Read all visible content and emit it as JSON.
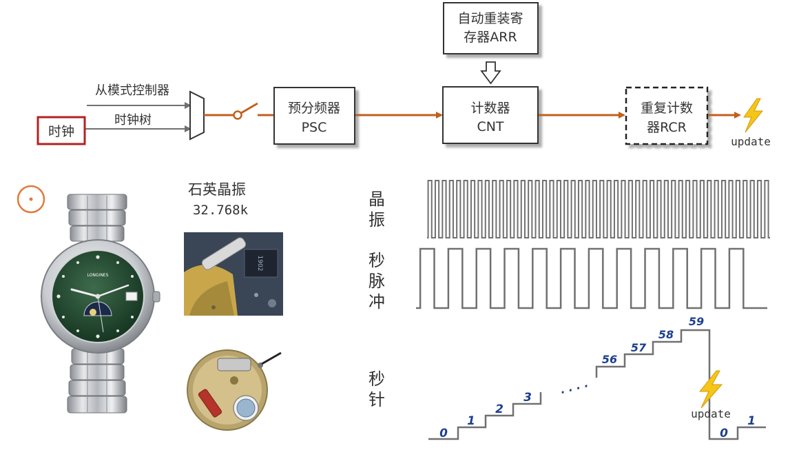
{
  "block_diagram": {
    "arr_label": "自动重装寄存器ARR",
    "arr_line1": "自动重装寄",
    "arr_line2": "存器ARR",
    "slave_label": "从模式控制器",
    "clock_tree_label": "时钟树",
    "clock_label": "时钟",
    "psc_line1": "预分频器",
    "psc_line2": "PSC",
    "cnt_line1": "计数器",
    "cnt_line2": "CNT",
    "rcr_line1": "重复计数",
    "rcr_line2": "器RCR",
    "update_label": "update"
  },
  "analogy": {
    "crystal_title": "石英晶振",
    "crystal_freq": "32.768k",
    "row1_label": [
      "晶",
      "振"
    ],
    "row2_label": [
      "秒",
      "脉",
      "冲"
    ],
    "row3_label": [
      "秒",
      "针"
    ],
    "step_numbers_low": [
      "0",
      "1",
      "2",
      "3"
    ],
    "ellipsis": ". . . .",
    "step_numbers_high": [
      "56",
      "57",
      "58",
      "59"
    ],
    "after_reset": [
      "0",
      "1"
    ],
    "update_label": "update",
    "watch_brand": "LONGINES"
  },
  "colors": {
    "signal": "#c0601e",
    "clock_box": "#b22222",
    "line": "#707070",
    "lightning": "#f5c518",
    "ink": "#1d3f8f"
  },
  "icons": [
    "lightning-icon",
    "cursor-ring-icon",
    "switch-icon",
    "mux-icon"
  ]
}
